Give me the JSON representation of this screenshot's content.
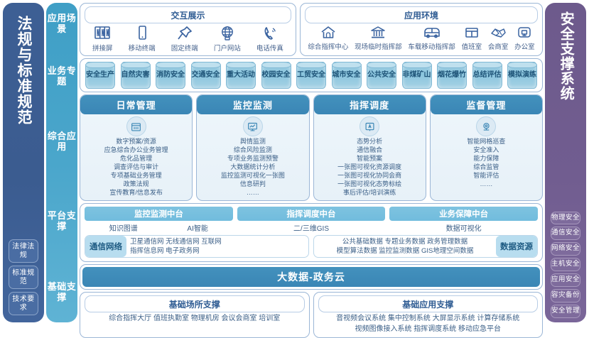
{
  "left_pillar": {
    "title": "法规与标准规范",
    "chips": [
      "法律法规",
      "标准规范",
      "技术要求"
    ]
  },
  "layer_pillar": {
    "labels": [
      "应用场景",
      "业务专题",
      "综合应用",
      "平台支撑",
      "基础支撑"
    ]
  },
  "right_pillar": {
    "title": "安全支撑系统",
    "chips": [
      "物理安全",
      "通信安全",
      "网络安全",
      "主机安全",
      "应用安全",
      "容灾备份",
      "安全管理"
    ]
  },
  "scene_row": {
    "interaction": {
      "title": "交互展示",
      "items": [
        {
          "icon": "video-wall-icon",
          "label": "拼接屏"
        },
        {
          "icon": "mobile-phone-icon",
          "label": "移动终端"
        },
        {
          "icon": "pin-icon",
          "label": "固定终端"
        },
        {
          "icon": "globe-icon",
          "label": "门户网站"
        },
        {
          "icon": "phone-icon",
          "label": "电话传真"
        }
      ]
    },
    "environment": {
      "title": "应用环境",
      "items": [
        {
          "icon": "home-icon",
          "label": "综合指挥中心"
        },
        {
          "icon": "bank-icon",
          "label": "现场临时指挥部"
        },
        {
          "icon": "vehicle-icon",
          "label": "车载移动指挥部"
        },
        {
          "icon": "desk-icon",
          "label": "值班室"
        },
        {
          "icon": "handshake-icon",
          "label": "会商室"
        },
        {
          "icon": "office-icon",
          "label": "办公室"
        }
      ]
    }
  },
  "business_topics": [
    "安全生产",
    "自然灾害",
    "消防安全",
    "交通安全",
    "重大活动",
    "校园安全",
    "工贸安全",
    "城市安全",
    "公共安全",
    "非煤矿山",
    "烟花爆竹",
    "总结评估",
    "模拟演练"
  ],
  "apps": [
    {
      "title": "日常管理",
      "icon": "calendar-icon",
      "items": [
        "数字预案/资源",
        "应急综合办公业务管理",
        "危化品管理",
        "调查评估与审计",
        "专项基础业务管理",
        "政策法规",
        "宣传教育/信息发布"
      ]
    },
    {
      "title": "监控监测",
      "icon": "monitor-chart-icon",
      "items": [
        "舆情监测",
        "综合风险监测",
        "专项业务监测预警",
        "大数据统计分析",
        "监控监测可视化一张图",
        "信息研判",
        "……"
      ]
    },
    {
      "title": "指挥调度",
      "icon": "command-screen-icon",
      "items": [
        "态势分析",
        "通信融合",
        "智能预案",
        "一张图可视化资源调度",
        "一张图可视化协同会商",
        "一张图可视化态势标绘",
        "事后评估/培训演练"
      ]
    },
    {
      "title": "监督管理",
      "icon": "supervision-icon",
      "items": [
        "智能网格巡查",
        "安全准入",
        "能力保障",
        "综合监管",
        "智能评估",
        "……"
      ]
    }
  ],
  "platform": {
    "middle_platforms": [
      "监控监测中台",
      "指挥调度中台",
      "业务保障中台"
    ],
    "sub_items": [
      [
        "知识图谱",
        "AI智能"
      ],
      [
        "二/三维GIS"
      ],
      [
        "数据可视化"
      ]
    ],
    "network": {
      "tag": "通信网络",
      "line1": "卫星通信网  无线通信网  互联网",
      "line2": "指挥信息网  电子政务网"
    },
    "data": {
      "tag": "数据资源",
      "line1": "公共基础数据  专题业务数据  政务管理数据",
      "line2": "模型算法数据  监控监测数据  GIS地理空间数据"
    }
  },
  "bigdata_bar": "大数据-政务云",
  "base_support": {
    "place": {
      "title": "基础场所支撑",
      "line1": "综合指挥大厅  值班执勤室  物理机房  会议会商室  培训室",
      "line2": ""
    },
    "application": {
      "title": "基础应用支撑",
      "line1": "音视频会议系统  集中控制系统  大屏显示系统  计算存储系统",
      "line2": "视频图像接入系统  指挥调度系统  移动应急平台"
    }
  },
  "colors": {
    "dark_blue": "#3b5c90",
    "cyan": "#4aa6cb",
    "purple": "#715d90",
    "header_blue": "#3a86b5",
    "icon_blue": "#3a63a0"
  }
}
